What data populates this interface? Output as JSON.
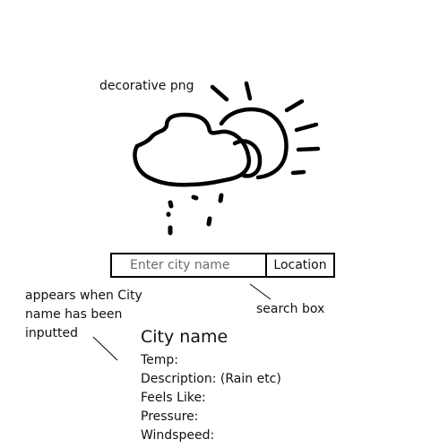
{
  "annotations": {
    "decorative": "decorative png",
    "search_box": "search box",
    "appears_when": "appears when City name has been inputted"
  },
  "search": {
    "placeholder": "Enter city name",
    "value": "",
    "location_button": "Location"
  },
  "weather": {
    "city_name": "City name",
    "temp": "Temp:",
    "description": "Description: (Rain etc)",
    "feels_like": "Feels Like:",
    "pressure": "Pressure:",
    "windspeed": "Windspeed:"
  },
  "icons": {
    "weather_illustration": "cloud-sun-rain-icon"
  },
  "colors": {
    "ink": "#111111",
    "placeholder": "#6b6b6b",
    "background": "#ffffff"
  }
}
